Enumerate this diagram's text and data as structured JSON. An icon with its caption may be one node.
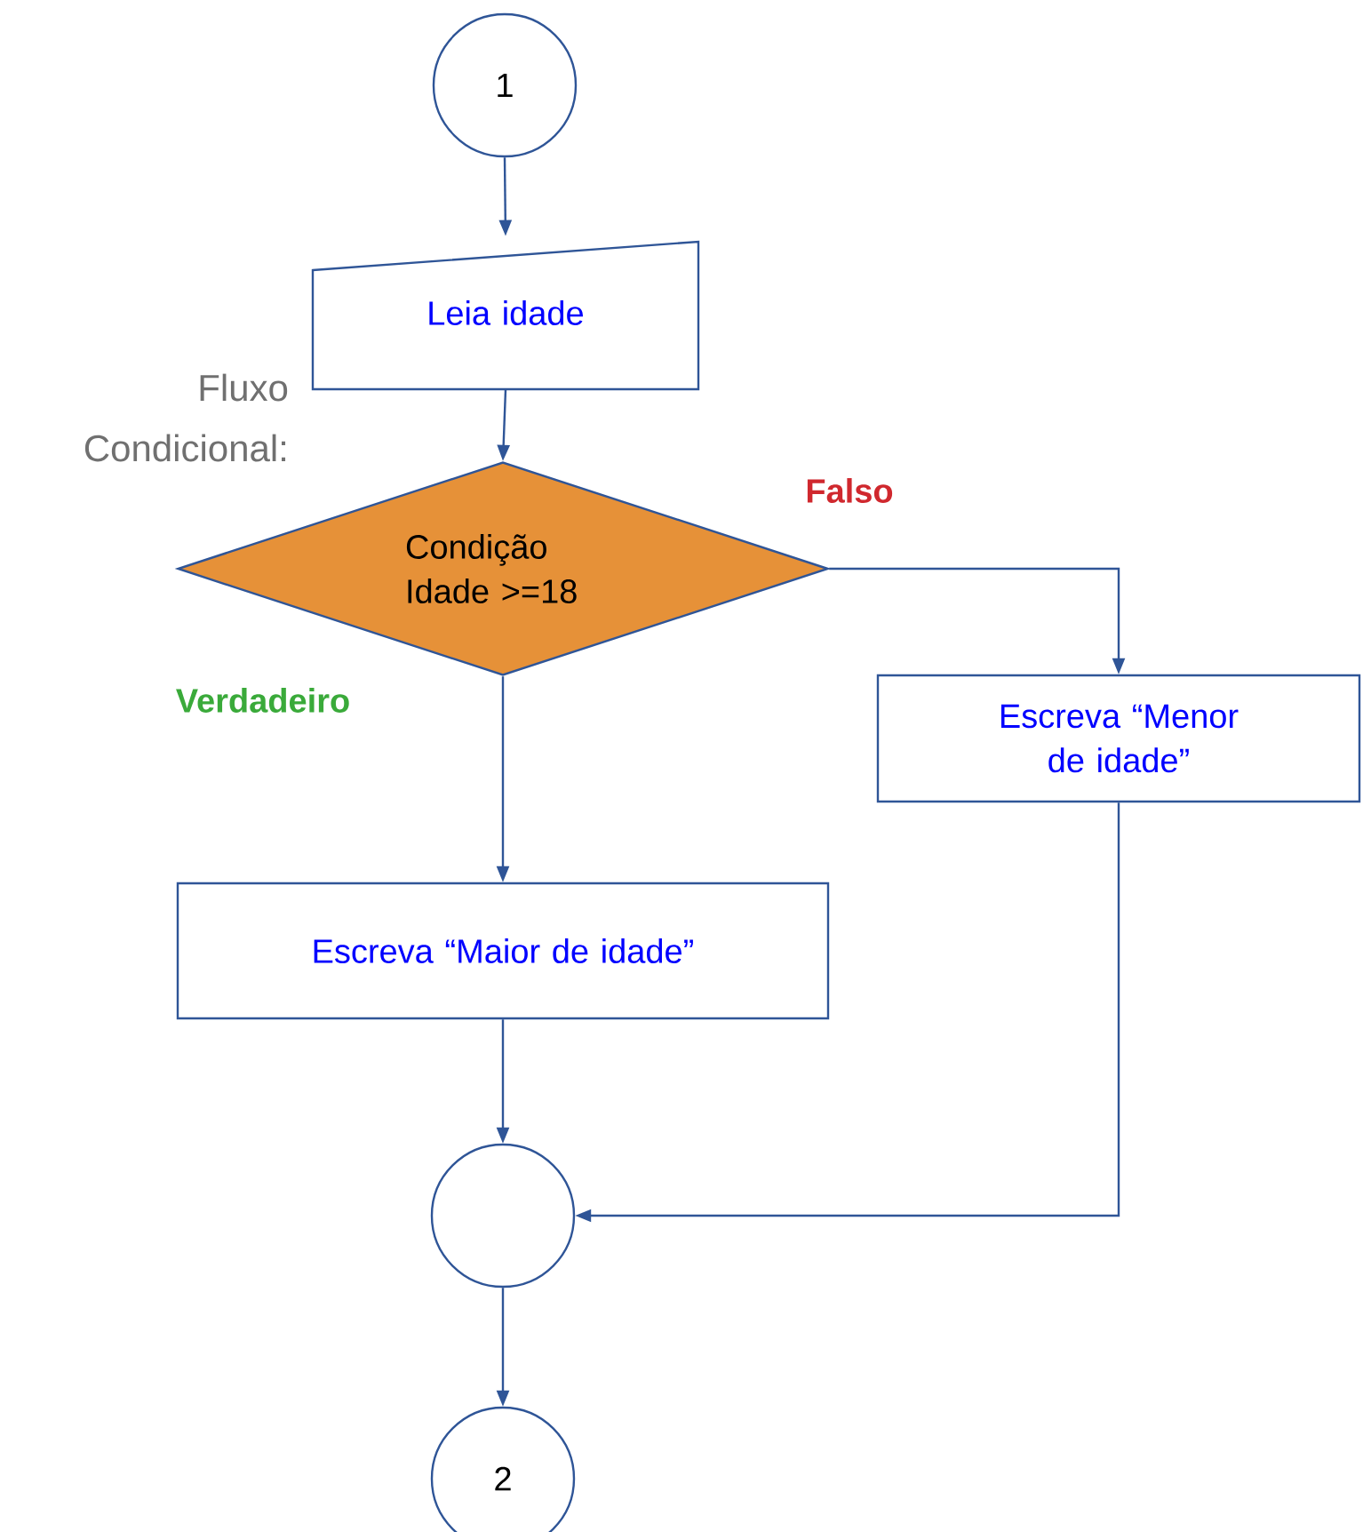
{
  "diagram": {
    "nodes": [
      {
        "text": [
          "1"
        ]
      },
      {
        "text": [
          "Leia idade"
        ]
      },
      {
        "text": [
          "Condição Idade >=18"
        ]
      },
      {
        "text": [
          "Escreva “Menor de idade”"
        ]
      },
      {
        "text": [
          "Escreva “Maior de idade”"
        ]
      },
      {
        "text": [],
        "shape": "circle"
      },
      {
        "text": [
          "2"
        ]
      }
    ],
    "edges": [
      {
        "from": 0,
        "to": 1,
        "arrow": "to"
      },
      {
        "from": 1,
        "to": 2,
        "arrow": "to"
      },
      {
        "from": 2,
        "to": 3,
        "arrow": "to",
        "label": "Falso"
      },
      {
        "from": 2,
        "to": 4,
        "arrow": "to",
        "label": "Verdadeiro"
      },
      {
        "from": 4,
        "to": 5,
        "arrow": "to"
      },
      {
        "from": 3,
        "to": 5,
        "arrow": "to"
      },
      {
        "from": 5,
        "to": 6,
        "arrow": "to"
      }
    ],
    "labels": [
      "Fluxo Condicional:"
    ]
  }
}
